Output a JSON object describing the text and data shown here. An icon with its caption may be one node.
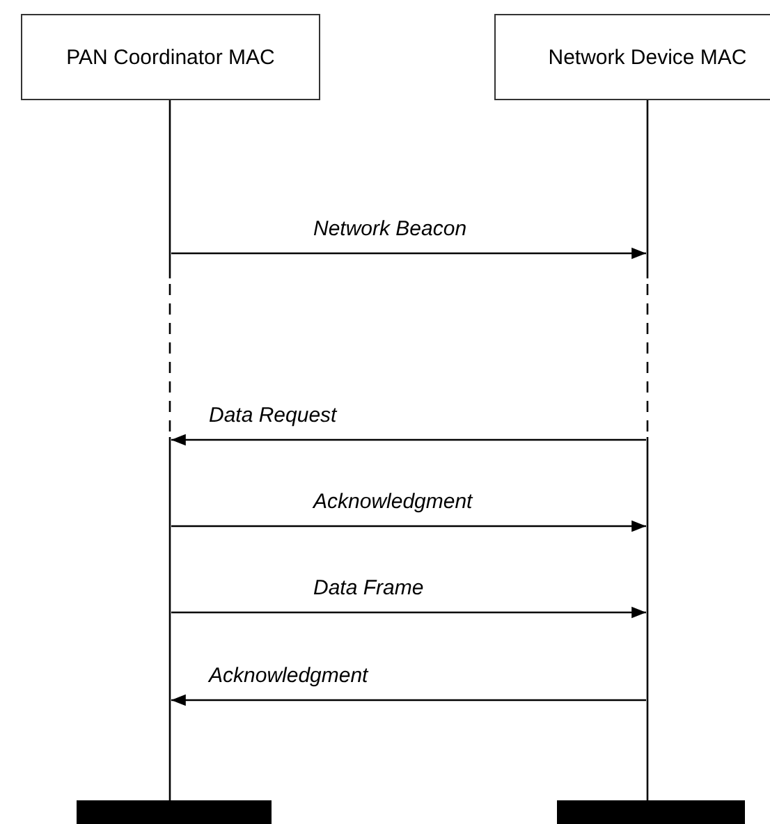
{
  "diagram": {
    "nodes": [
      {
        "text": [
          "PAN Coordinator MAC"
        ]
      },
      {
        "text": [
          "Network Device MAC"
        ]
      },
      {
        "text": [],
        "shape": "line"
      },
      {
        "text": [],
        "shape": "line"
      },
      {
        "text": [],
        "shape": "bar"
      },
      {
        "text": [],
        "shape": "bar"
      }
    ],
    "edges": [
      {
        "from": 2,
        "to": 3,
        "arrow": "to",
        "label": "Network Beacon"
      },
      {
        "from": 3,
        "to": 2,
        "arrow": "to",
        "label": "Data Request"
      },
      {
        "from": 2,
        "to": 3,
        "arrow": "to",
        "label": "Acknowledgment"
      },
      {
        "from": 2,
        "to": 3,
        "arrow": "to",
        "label": "Data Frame"
      },
      {
        "from": 3,
        "to": 2,
        "arrow": "to",
        "label": "Acknowledgment"
      }
    ]
  }
}
